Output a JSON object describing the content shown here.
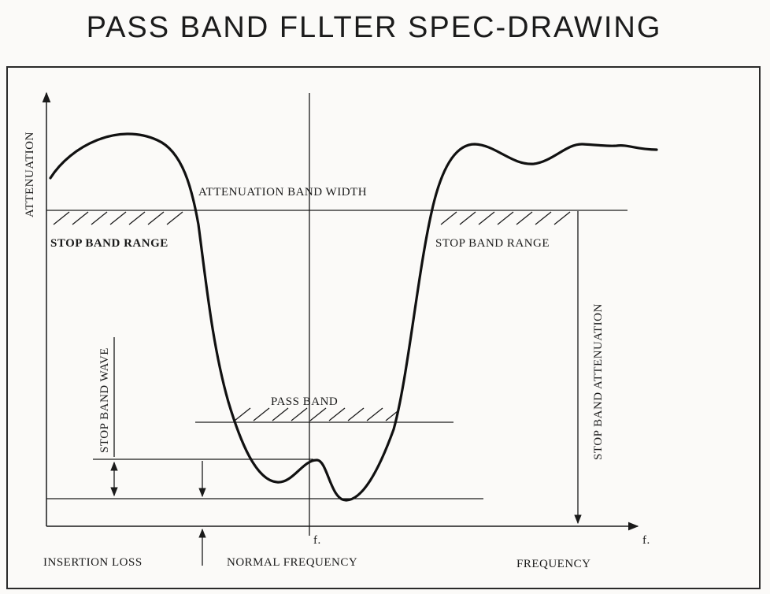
{
  "title": "PASS BAND FLLTER SPEC-DRAWING",
  "labels": {
    "attenuation_axis": "ATTENUATION",
    "attenuation_band_width": "ATTENUATION BAND WIDTH",
    "stop_band_range_left": "STOP BAND RANGE",
    "stop_band_range_right": "STOP BAND RANGE",
    "stop_band_attenuation": "STOP BAND ATTENUATION",
    "stop_band_wave": "STOP BAND WAVE",
    "pass_band": "PASS BAND",
    "f0_marker": "f.",
    "f_marker": "f.",
    "insertion_loss": "INSERTION LOSS",
    "normal_frequency": "NORMAL FREQUENCY",
    "frequency_axis": "FREQUENCY"
  },
  "colors": {
    "line": "#1a1a1a",
    "background": "#fbfaf8"
  }
}
